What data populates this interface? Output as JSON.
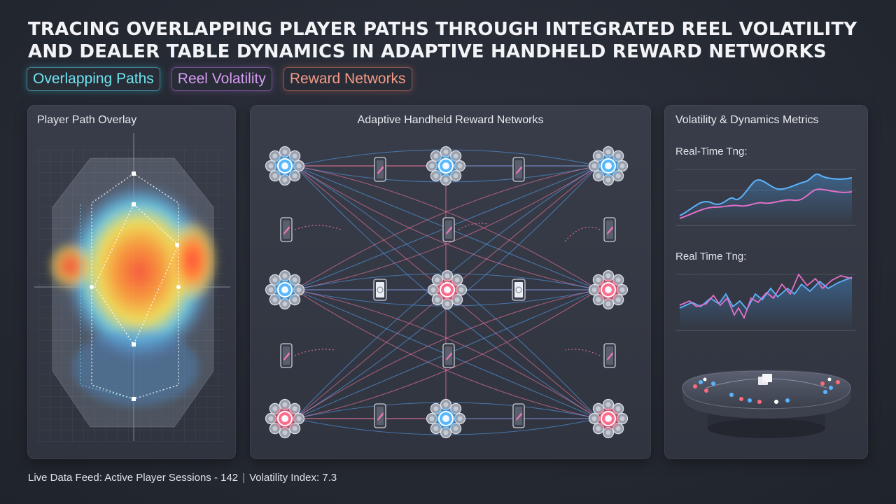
{
  "title": {
    "line1": "TRACING OVERLAPPING PLAYER PATHS THROUGH INTEGRATED REEL VOLATILITY",
    "line2": "AND DEALER TABLE DYNAMICS IN ADAPTIVE HANDHELD REWARD NETWORKS"
  },
  "tags": [
    {
      "label": "Overlapping Paths",
      "color": "#6fe3f0"
    },
    {
      "label": "Reel Volatility",
      "color": "#d69cf2"
    },
    {
      "label": "Reward Networks",
      "color": "#f39a86"
    }
  ],
  "panels": {
    "left": {
      "title": "Player Path Overlay"
    },
    "middle": {
      "title": "Adaptive Handheld Reward Networks"
    },
    "right": {
      "title": "Volatility & Dynamics Metrics",
      "chart1_label": "Real-Time Tng:",
      "chart2_label": "Real Time Tng:"
    }
  },
  "footer": {
    "feed": "Live Data Feed: Active Player Sessions - 142",
    "divider": "|",
    "volatility": "Volatility Index: 7.3"
  },
  "colors": {
    "blue_node": "#58b8ff",
    "pink_node": "#ff6b8a",
    "blue_line": "#5aa8ff",
    "pink_line": "#ff7aa6"
  }
}
